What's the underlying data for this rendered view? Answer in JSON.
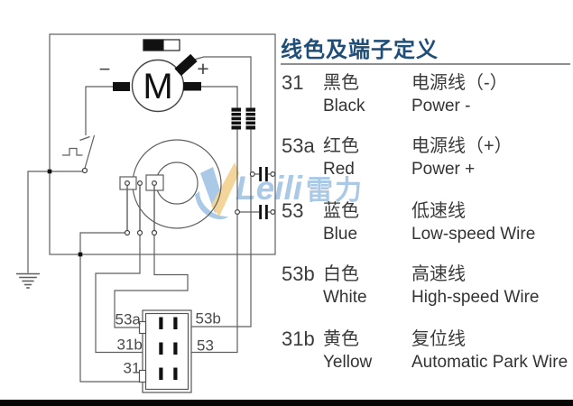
{
  "legend": {
    "title": "线色及端子定义",
    "rows": [
      {
        "id": "31",
        "color_cn": "黑色",
        "color_en": "Black",
        "func_cn": "电源线（-）",
        "func_en": "Power -"
      },
      {
        "id": "53a",
        "color_cn": "红色",
        "color_en": "Red",
        "func_cn": "电源线（+）",
        "func_en": "Power +"
      },
      {
        "id": "53",
        "color_cn": "蓝色",
        "color_en": "Blue",
        "func_cn": "低速线",
        "func_en": "Low-speed Wire"
      },
      {
        "id": "53b",
        "color_cn": "白色",
        "color_en": "White",
        "func_cn": "高速线",
        "func_en": "High-speed Wire"
      },
      {
        "id": "31b",
        "color_cn": "黄色",
        "color_en": "Yellow",
        "func_cn": "复位线",
        "func_en": "Automatic Park Wire"
      }
    ]
  },
  "diagram": {
    "motor_label": "M",
    "plus_label": "+",
    "minus_label": "−",
    "connector_labels": {
      "top_left": "53a",
      "top_right": "53b",
      "mid_left": "31b",
      "mid_right": "53",
      "bot_left": "31"
    }
  },
  "watermark": {
    "latin": "Leili",
    "cn": "雷力"
  },
  "colors": {
    "title_blue": "#1F4E79",
    "circuit_line": "#5f5f5f",
    "watermark_blue": "#a3c5e5",
    "watermark_yellow": "#f2d191"
  }
}
